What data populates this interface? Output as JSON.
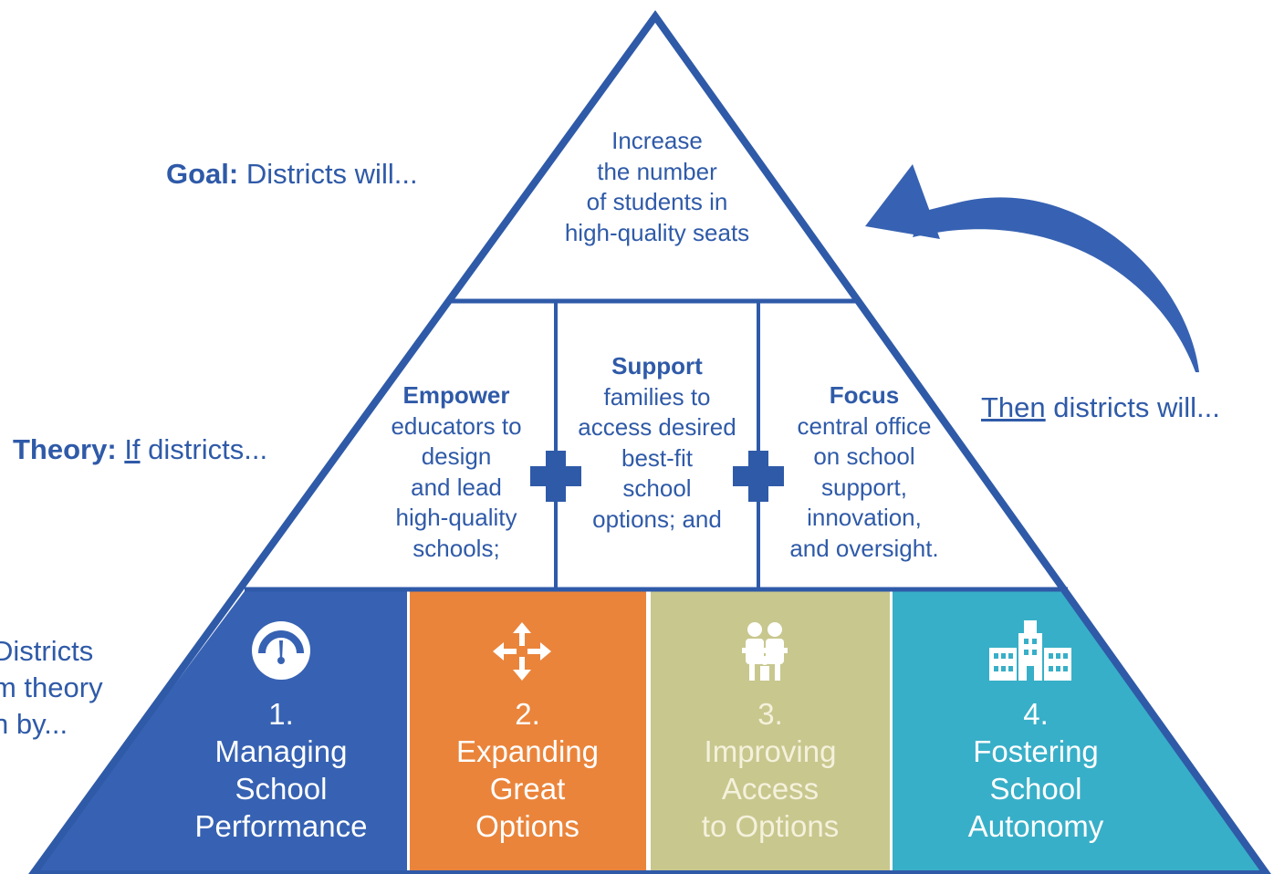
{
  "labels": {
    "goal_bold": "Goal:",
    "goal_rest": " Districts will...",
    "theory_bold": "Theory:",
    "theory_if": "If",
    "theory_rest": " districts...",
    "then_word": "Then",
    "then_rest": " districts will...",
    "left_cut_lines": [
      "Districts",
      "m theory",
      "n by..."
    ]
  },
  "goal_box": {
    "lines": [
      "Increase",
      "the number",
      "of students in",
      "high-quality seats"
    ]
  },
  "theory_columns": [
    {
      "bold": "Empower",
      "lines": [
        "educators to",
        "design",
        "and lead",
        "high-quality",
        "schools;"
      ]
    },
    {
      "bold": "Support",
      "lines": [
        "families to",
        "access desired",
        "best-fit",
        "school",
        "options; and"
      ]
    },
    {
      "bold": "Focus",
      "lines": [
        "central office",
        "on school",
        "support,",
        "innovation,",
        "and oversight."
      ]
    }
  ],
  "strategies": [
    {
      "number": "1.",
      "lines": [
        "Managing",
        "School",
        "Performance"
      ],
      "icon": "gauge-icon",
      "color": "#3762b3"
    },
    {
      "number": "2.",
      "lines": [
        "Expanding",
        "Great",
        "Options"
      ],
      "icon": "arrows-expand-icon",
      "color": "#ea843b"
    },
    {
      "number": "3.",
      "lines": [
        "Improving",
        "Access",
        "to Options"
      ],
      "icon": "family-icon",
      "color": "#c8c78e"
    },
    {
      "number": "4.",
      "lines": [
        "Fostering",
        "School",
        "Autonomy"
      ],
      "icon": "school-building-icon",
      "color": "#38afc8"
    }
  ],
  "colors": {
    "outline": "#2f5aa8",
    "text": "#2f5aa8",
    "arrow": "#3762b3"
  }
}
